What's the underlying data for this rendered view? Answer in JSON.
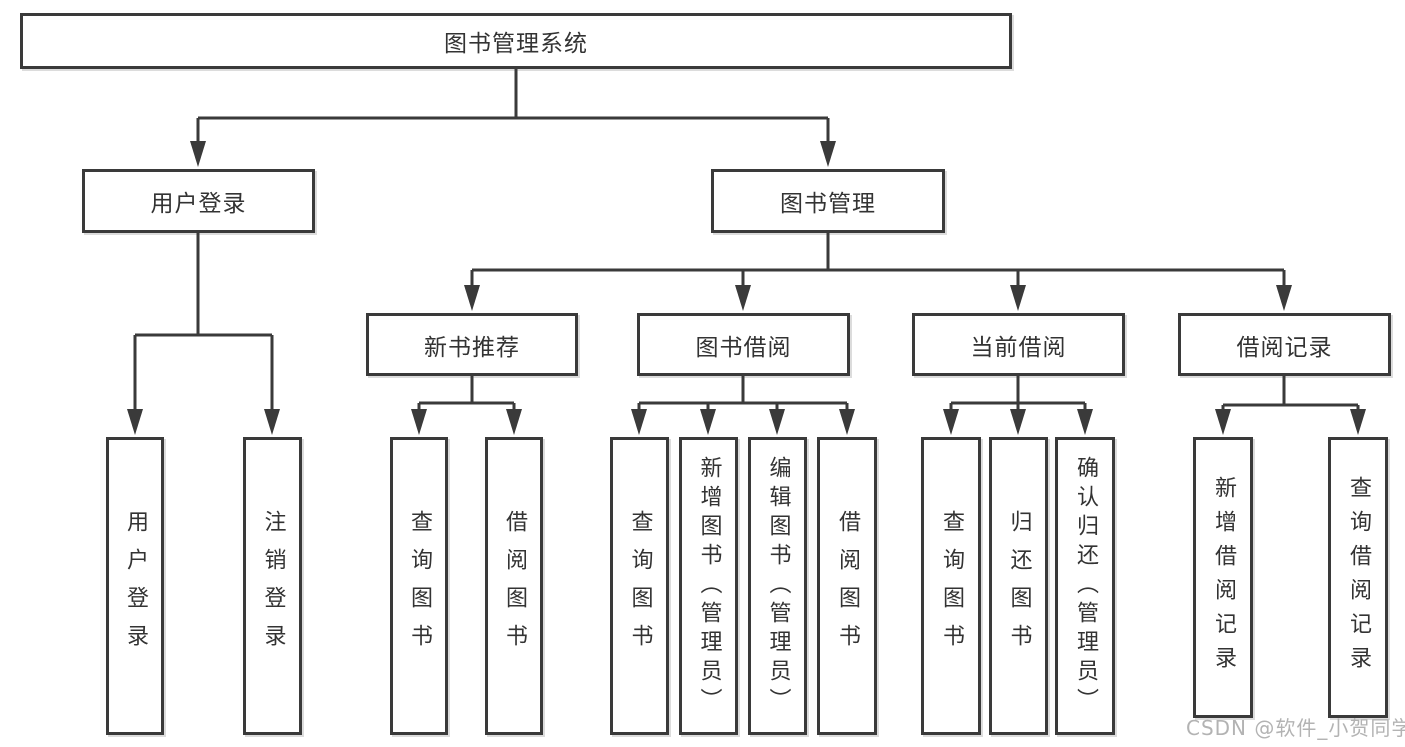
{
  "diagram": {
    "root": {
      "label": "图书管理系统"
    },
    "level2": [
      {
        "label": "用户登录"
      },
      {
        "label": "图书管理"
      }
    ],
    "level3": [
      {
        "label": "新书推荐"
      },
      {
        "label": "图书借阅"
      },
      {
        "label": "当前借阅"
      },
      {
        "label": "借阅记录"
      }
    ],
    "leaves": {
      "user_login": [
        {
          "label": "用户登录"
        },
        {
          "label": "注销登录"
        }
      ],
      "new_book_rec": [
        {
          "label": "查询图书"
        },
        {
          "label": "借阅图书"
        }
      ],
      "book_borrow": [
        {
          "label": "查询图书"
        },
        {
          "label": "新增图书（管理员）"
        },
        {
          "label": "编辑图书（管理员）"
        },
        {
          "label": "借阅图书"
        }
      ],
      "current_borrow": [
        {
          "label": "查询图书"
        },
        {
          "label": "归还图书"
        },
        {
          "label": "确认归还（管理员）"
        }
      ],
      "borrow_records": [
        {
          "label": "新增借阅记录"
        },
        {
          "label": "查询借阅记录"
        }
      ]
    }
  },
  "watermark": {
    "text": "CSDN @软件_小贺同学"
  },
  "colors": {
    "line": "#3a3a3a",
    "text": "#333333",
    "watermark": "#b3b3b3",
    "background": "#ffffff"
  }
}
